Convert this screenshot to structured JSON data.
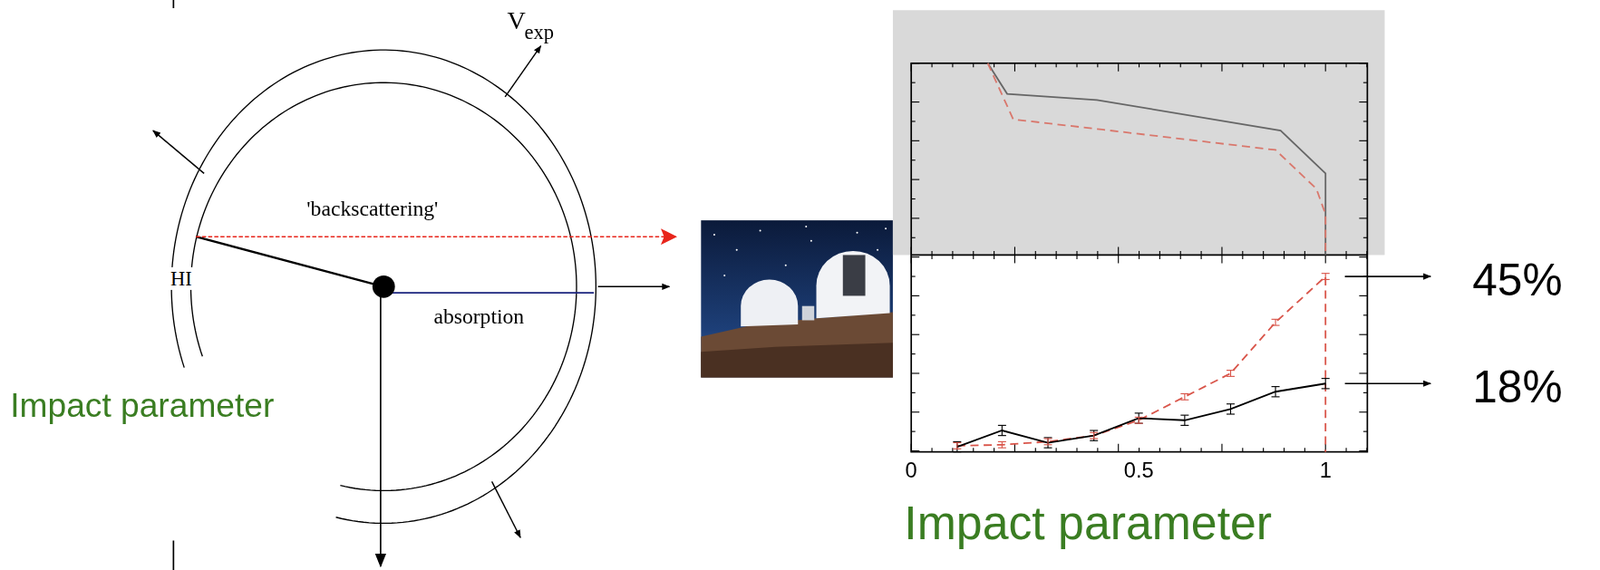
{
  "diagram": {
    "labels": [
      "V",
      "exp",
      "'backscattering'",
      "HI",
      "absorption",
      "Impact parameter",
      "0",
      "0.5",
      "1",
      "45%",
      "18%",
      "Impact parameter"
    ]
  }
}
